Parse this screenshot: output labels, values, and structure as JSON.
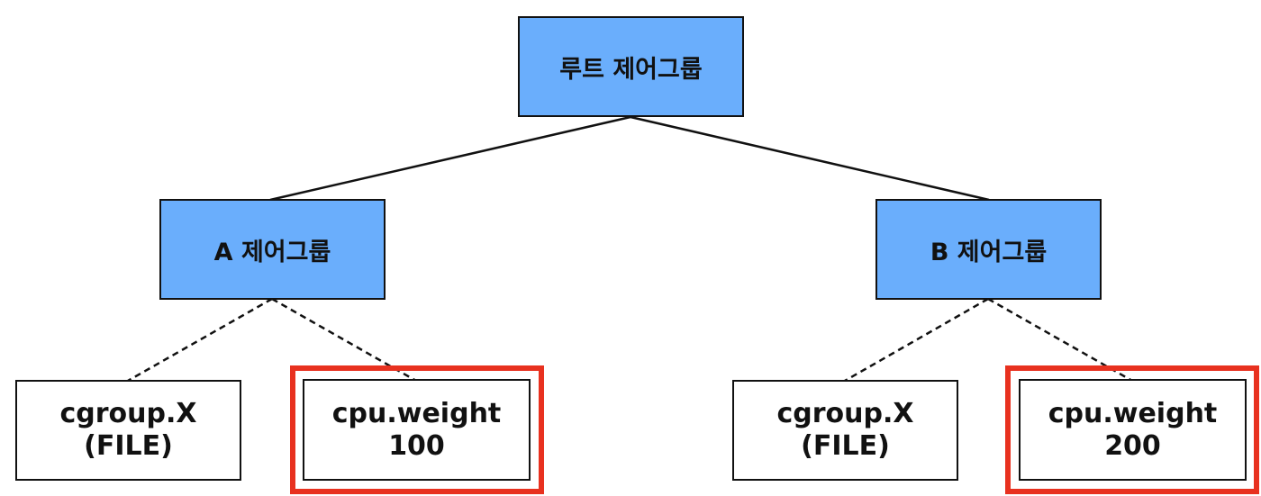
{
  "nodes": {
    "root": {
      "label": "루트 제어그룹"
    },
    "group_a": {
      "label": "A 제어그룹"
    },
    "group_b": {
      "label": "B 제어그룹"
    },
    "a_file": {
      "line1": "cgroup.X",
      "line2": "(FILE)"
    },
    "a_weight": {
      "line1": "cpu.weight",
      "line2": "100"
    },
    "b_file": {
      "line1": "cgroup.X",
      "line2": "(FILE)"
    },
    "b_weight": {
      "line1": "cpu.weight",
      "line2": "200"
    }
  },
  "colors": {
    "group_fill": "#6aaefc",
    "highlight_border": "#e8311f",
    "line": "#111111"
  }
}
